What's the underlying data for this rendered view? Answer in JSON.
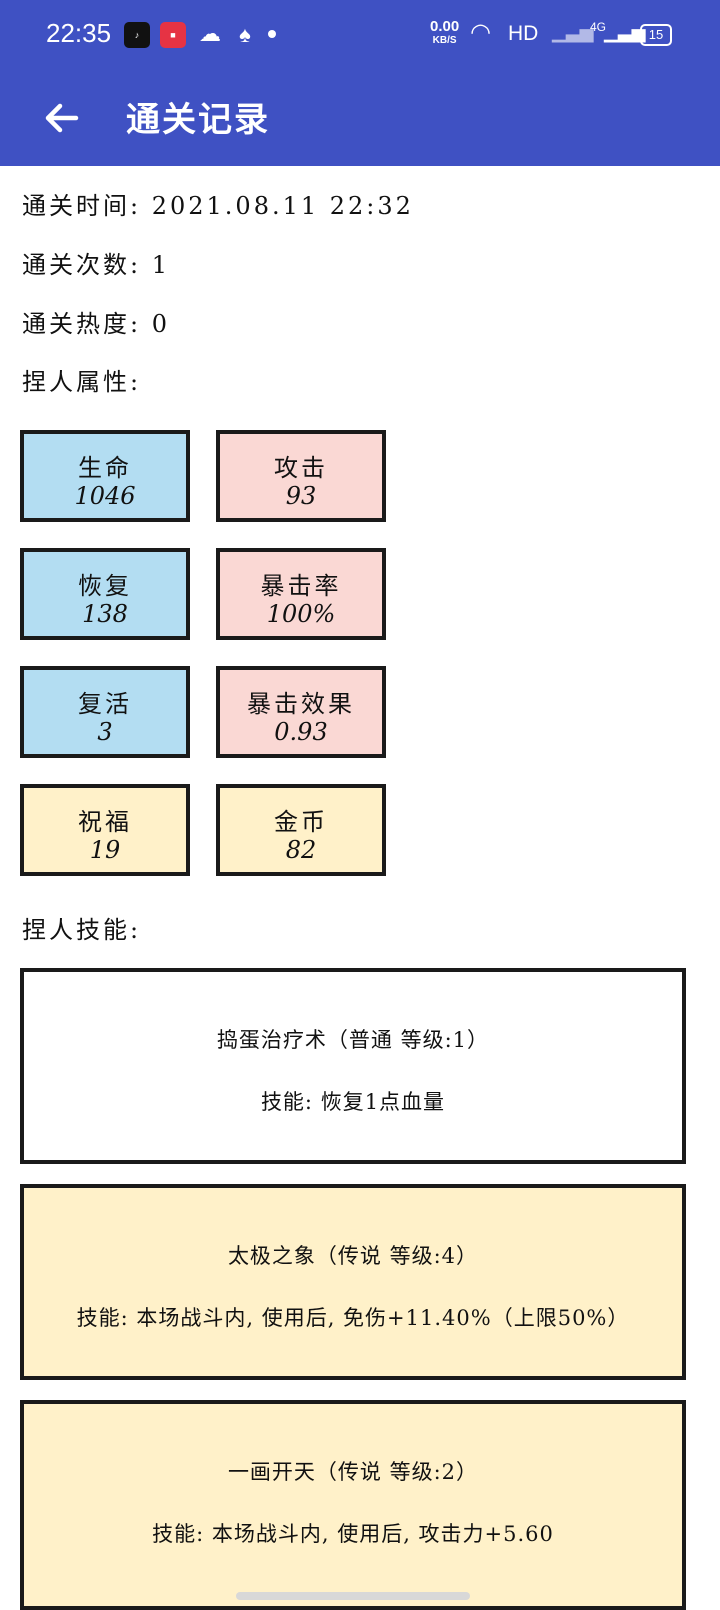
{
  "status_bar": {
    "time": "22:35",
    "speed_value": "0.00",
    "speed_unit": "KB/S",
    "hd_label": "HD",
    "network_label": "4G",
    "battery": "15"
  },
  "app_bar": {
    "title": "通关记录"
  },
  "info": {
    "clear_time": "通关时间: 2021.08.11 22:32",
    "clear_count": "通关次数: 1",
    "clear_heat": "通关热度: 0",
    "attributes_title": "捏人属性:",
    "skills_title": "捏人技能:"
  },
  "attributes": [
    {
      "label": "生命",
      "value": "1046",
      "color": "#b3ddf2"
    },
    {
      "label": "攻击",
      "value": "93",
      "color": "#fad8d4"
    },
    {
      "label": "恢复",
      "value": "138",
      "color": "#b3ddf2"
    },
    {
      "label": "暴击率",
      "value": "100%",
      "color": "#fad8d4"
    },
    {
      "label": "复活",
      "value": "3",
      "color": "#b3ddf2"
    },
    {
      "label": "暴击效果",
      "value": "0.93",
      "color": "#fad8d4"
    },
    {
      "label": "祝福",
      "value": "19",
      "color": "#fff1c9"
    },
    {
      "label": "金币",
      "value": "82",
      "color": "#fff1c9"
    }
  ],
  "skills": [
    {
      "title": "捣蛋治疗术（普通 等级:1）",
      "desc": "技能: 恢复1点血量",
      "color": "#ffffff"
    },
    {
      "title": "太极之象（传说 等级:4）",
      "desc": "技能: 本场战斗内, 使用后, 免伤+11.40%（上限50%）",
      "color": "#fff1c9"
    },
    {
      "title": "一画开天（传说 等级:2）",
      "desc": "技能: 本场战斗内, 使用后, 攻击力+5.60",
      "color": "#fff1c9"
    }
  ]
}
